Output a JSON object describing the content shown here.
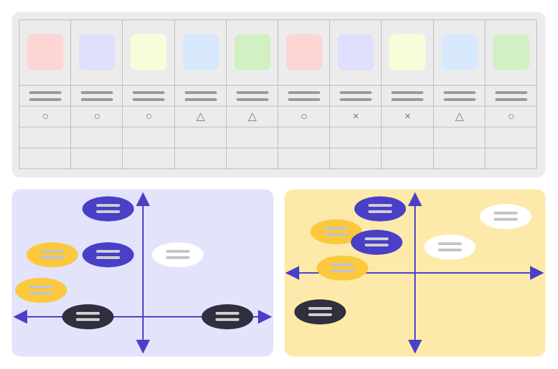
{
  "table": {
    "columns": [
      {
        "color": "#fdd5d5",
        "mark": "○"
      },
      {
        "color": "#dfe0fd",
        "mark": "○"
      },
      {
        "color": "#f7fdd9",
        "mark": "○"
      },
      {
        "color": "#d8e8fd",
        "mark": "△"
      },
      {
        "color": "#d3f0c4",
        "mark": "△"
      },
      {
        "color": "#fdd5d5",
        "mark": "○"
      },
      {
        "color": "#dfe0fd",
        "mark": "×"
      },
      {
        "color": "#f7fdd9",
        "mark": "×"
      },
      {
        "color": "#d8e8fd",
        "mark": "△"
      },
      {
        "color": "#d3f0c4",
        "mark": "○"
      }
    ]
  },
  "colors": {
    "purple": "#4a3fc7",
    "yellow": "#fbc93b",
    "dark": "#2f2f3f",
    "white": "#ffffff",
    "axis": "#4a3fc7",
    "left_bg": "#e3e3fc",
    "right_bg": "#fdeaaa"
  },
  "left_matrix": {
    "bubbles": [
      {
        "style": "purple"
      },
      {
        "style": "yellow"
      },
      {
        "style": "purple"
      },
      {
        "style": "white"
      },
      {
        "style": "yellow"
      },
      {
        "style": "dark"
      },
      {
        "style": "dark"
      }
    ]
  },
  "right_matrix": {
    "bubbles": [
      {
        "style": "purple"
      },
      {
        "style": "yellow"
      },
      {
        "style": "purple"
      },
      {
        "style": "white"
      },
      {
        "style": "white"
      },
      {
        "style": "yellow"
      },
      {
        "style": "dark"
      }
    ]
  }
}
